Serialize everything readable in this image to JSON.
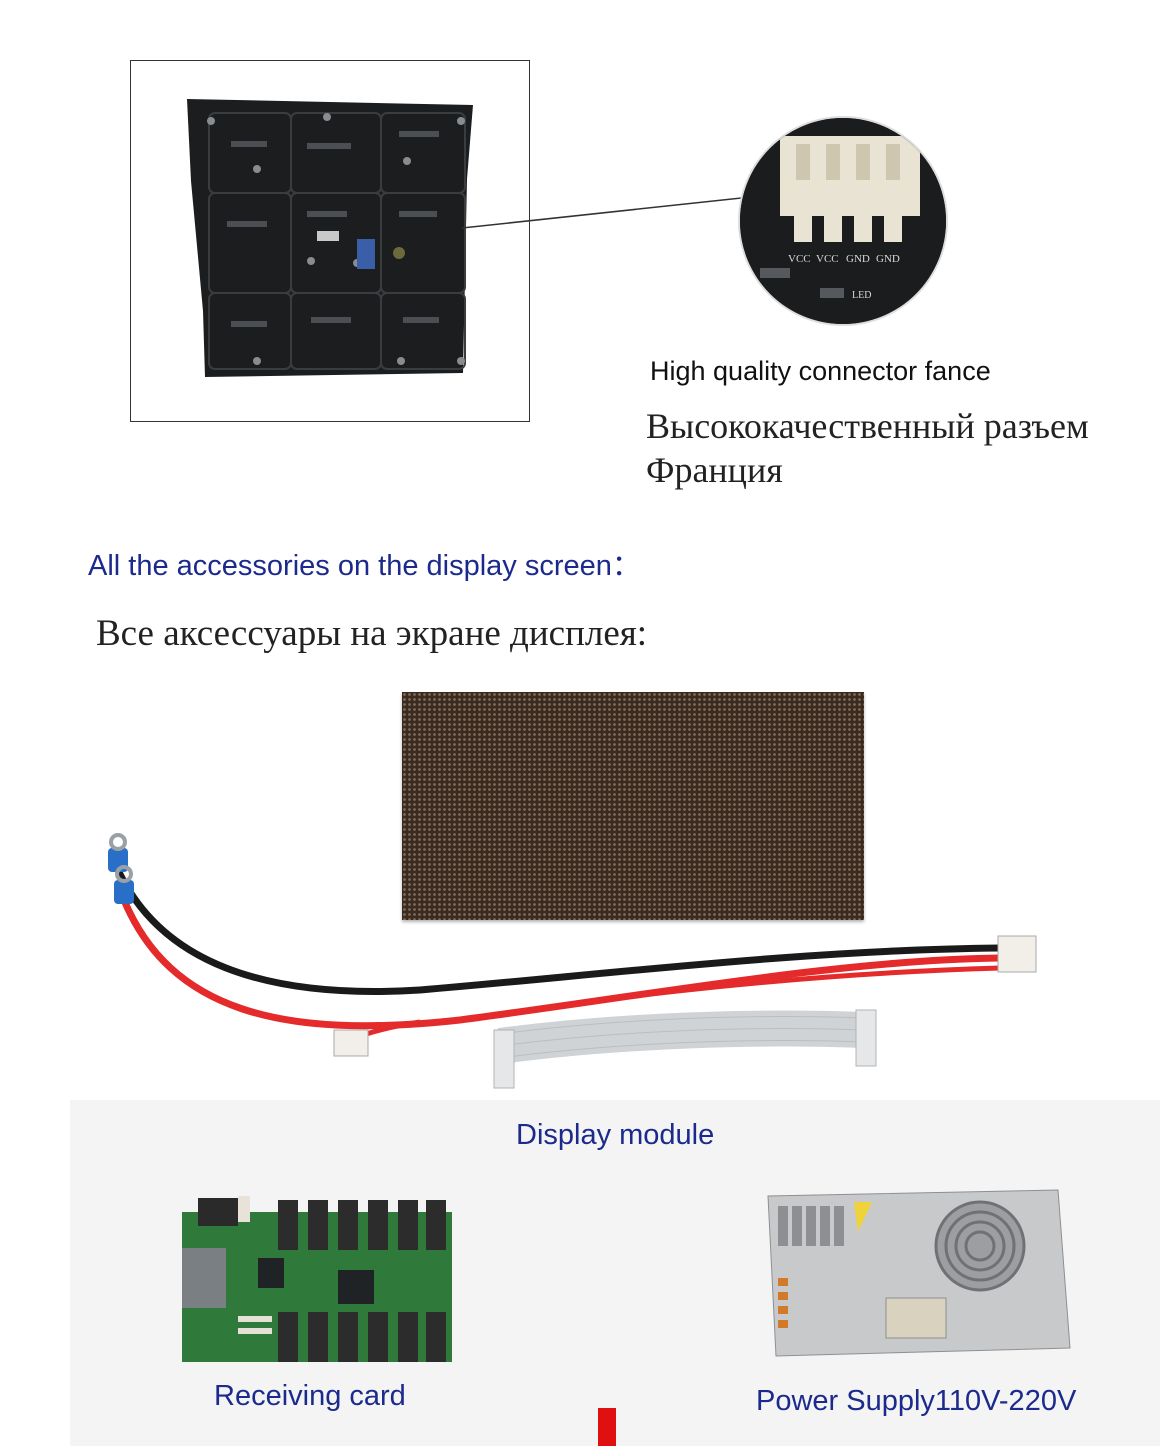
{
  "captions": {
    "connector_en": "High quality connector fance",
    "connector_ru_line1": "Высококачественный разъем",
    "connector_ru_line2": "Франция",
    "accessories_en": "All the accessories on the display screen：",
    "accessories_ru": "Все аксессуары на экране дисплея:",
    "display_module": "Display module",
    "receiving_card": "Receiving card",
    "power_supply": "Power Supply110V-220V"
  },
  "connector_pins": [
    "VCC",
    "VCC",
    "GND",
    "GND"
  ],
  "connector_silk": [
    "LED"
  ],
  "colors": {
    "caption_blue": "#1b2a8c",
    "pcb_black": "#1b1d1f",
    "cable_red": "#e42a2a",
    "cable_black": "#1a1a1a",
    "marker_red": "#e01010"
  }
}
